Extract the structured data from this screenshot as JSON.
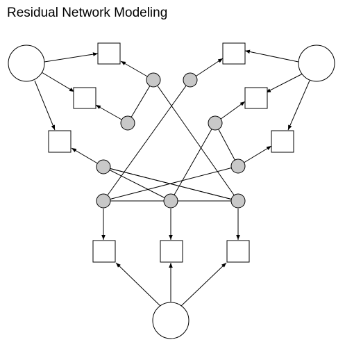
{
  "title": "Residual Network Modeling",
  "colors": {
    "line": "#000000",
    "node_fill_gray": "#c8c8c8",
    "node_fill_white": "#ffffff",
    "background": "#ffffff"
  },
  "diagram": {
    "large_circles": [
      "left-source",
      "right-source",
      "bottom-source"
    ],
    "squares": [
      "sq-top-left-1",
      "sq-top-left-2",
      "sq-top-left-3",
      "sq-top-right-1",
      "sq-top-right-2",
      "sq-top-right-3",
      "sq-bottom-1",
      "sq-bottom-2",
      "sq-bottom-3"
    ],
    "gray_nodes": [
      "g-top-left-a",
      "g-top-left-b",
      "g-top-right-a",
      "g-top-right-b",
      "g-mid-left",
      "g-mid-right",
      "g-row-left",
      "g-row-center",
      "g-row-right"
    ]
  }
}
